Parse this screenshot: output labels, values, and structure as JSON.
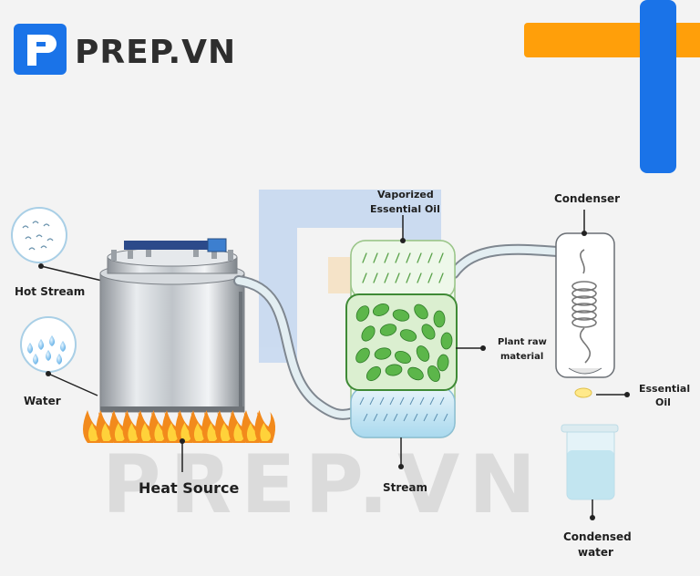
{
  "brand": {
    "name": "PREP.VN",
    "watermark": "PREP.VN"
  },
  "colors": {
    "brand_blue": "#1a73e8",
    "brand_orange": "#ff9f0a",
    "leaf_green": "#5cb64a",
    "flame_orange": "#f28a1c"
  },
  "labels": {
    "hot_stream": "Hot Stream",
    "water": "Water",
    "heat_source": "Heat Source",
    "vaporized_1": "Vaporized",
    "vaporized_2": "Essential Oil",
    "condenser": "Condenser",
    "plant_1": "Plant raw",
    "plant_2": "material",
    "essential_1": "Essential",
    "essential_2": "Oil",
    "stream": "Stream",
    "condensed_1": "Condensed",
    "condensed_2": "water"
  }
}
